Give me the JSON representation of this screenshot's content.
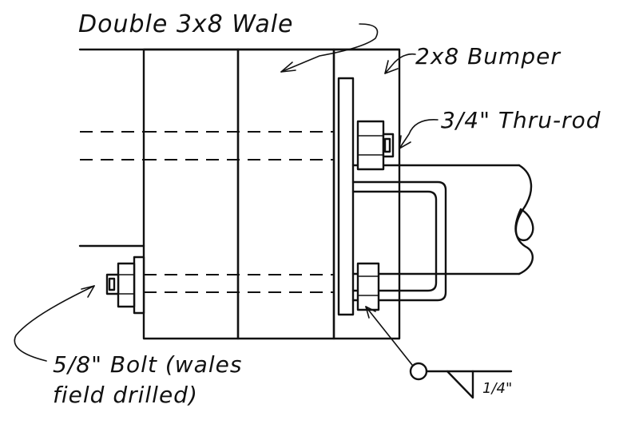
{
  "labels": {
    "wale": "Double 3x8 Wale",
    "bumper": "2x8 Bumper",
    "thru_rod": "3/4\" Thru-rod",
    "bolt_line1": "5/8\" Bolt (wales",
    "bolt_line2": "field drilled)",
    "weld_size": "1/4\""
  },
  "colors": {
    "ink": "#111111",
    "paper": "#ffffff"
  }
}
